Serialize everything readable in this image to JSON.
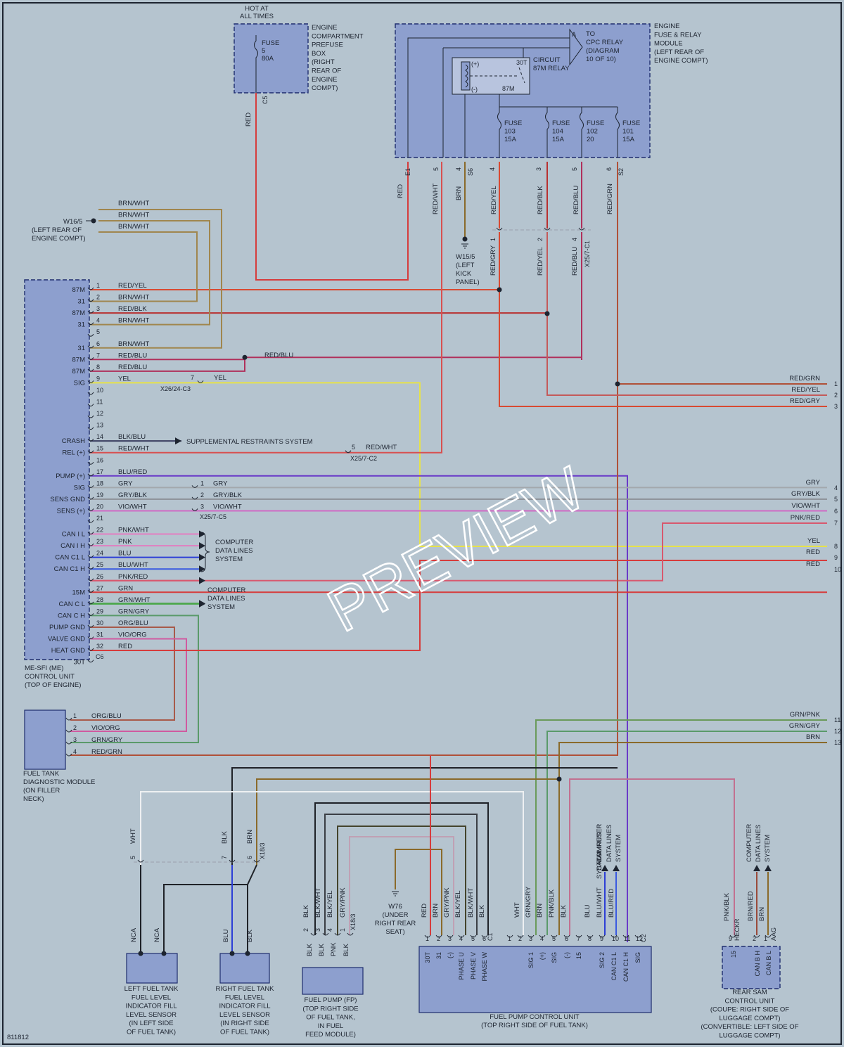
{
  "colors": {
    "RED": "#d63c3c",
    "BRN": "#8a6a2a",
    "YEL": "#e6e24a",
    "GRY": "#a3a8ad",
    "GRN": "#3c9a3c",
    "BLU": "#2c3ed6",
    "WHT": "#eef0f2",
    "BLK": "#1f2228",
    "VIO": "#c84ab8",
    "PNK": "#e27ec0",
    "ORG": "#e08a3a",
    "PUR": "#7240c8",
    "RED/YEL": "#d84a32",
    "RED/BLK": "#b83030",
    "RED/BLU": "#b0305c",
    "RED/GRN": "#b05038",
    "RED/GRY": "#c45a5a",
    "RED/WHT": "#d85050",
    "BRN/WHT": "#a0864e",
    "GRY/BLK": "#8c9096",
    "VIO/WHT": "#d06ac4",
    "PNK/RED": "#d8586e",
    "GRN/WHT": "#4aa84a",
    "GRN/GRY": "#5a9a6a",
    "GRN/PNK": "#6a9a5a",
    "ORG/BLU": "#a85a4a",
    "VIO/ORG": "#d05aa0",
    "BLU/WHT": "#3a5ae0",
    "BLU/RED": "#6a3ac8",
    "BLK/WHT": "#3a3e44",
    "BLK/YEL": "#44442c",
    "GRY/PNK": "#c0a0b4",
    "PNK/BLK": "#c27090",
    "BRN/RED": "#9a4a3a"
  },
  "figure_id": "811812",
  "watermark": "PREVIEW",
  "labels": {
    "hot": [
      "HOT AT",
      "ALL TIMES"
    ],
    "fuse5": [
      "FUSE",
      "5",
      "80A"
    ],
    "prefuse": [
      "ENGINE",
      "COMPARTMENT",
      "PREFUSE",
      "BOX",
      "(RIGHT",
      "REAR OF",
      "ENGINE",
      "COMPT)"
    ],
    "efrm": [
      "ENGINE",
      "FUSE & RELAY",
      "MODULE",
      "(LEFT REAR OF",
      "ENGINE COMPT)"
    ],
    "to_cpc": [
      "TO",
      "CPC RELAY",
      "(DIAGRAM",
      "10 OF 10)"
    ],
    "relay": [
      "CIRCUIT",
      "87M RELAY"
    ],
    "relay_pins": [
      "(+)",
      "(-)",
      "30T",
      "87M"
    ],
    "fuses": [
      [
        "FUSE",
        "103",
        "15A"
      ],
      [
        "FUSE",
        "104",
        "15A"
      ],
      [
        "FUSE",
        "102",
        "20"
      ],
      [
        "FUSE",
        "101",
        "15A"
      ]
    ],
    "w16": [
      "W16/5",
      "(LEFT REAR OF",
      "ENGINE COMPT)"
    ],
    "w15": [
      "W15/5",
      "(LEFT",
      "KICK",
      "PANEL)"
    ],
    "ecu": [
      "ME-SFI (ME)",
      "CONTROL UNIT",
      "(TOP OF ENGINE)"
    ],
    "ftdm": [
      "FUEL TANK",
      "DIAGNOSTIC MODULE",
      "(ON FILLER",
      "NECK)"
    ],
    "srs": "SUPPLEMENTAL RESTRAINTS SYSTEM",
    "cdl": [
      "COMPUTER",
      "DATA LINES",
      "SYSTEM"
    ],
    "w76": [
      "W76",
      "(UNDER",
      "RIGHT REAR",
      "SEAT)"
    ],
    "lfs": [
      "LEFT FUEL TANK",
      "FUEL LEVEL",
      "INDICATOR FILL",
      "LEVEL SENSOR",
      "(IN LEFT SIDE",
      "OF FUEL TANK)"
    ],
    "rfs": [
      "RIGHT FUEL TANK",
      "FUEL LEVEL",
      "INDICATOR FILL",
      "LEVEL SENSOR",
      "(IN RIGHT SIDE",
      "OF FUEL TANK)"
    ],
    "fp": [
      "FUEL PUMP (FP)",
      "(TOP RIGHT SIDE",
      "OF FUEL TANK,",
      "IN FUEL",
      "FEED MODULE)"
    ],
    "fpcu": [
      "FUEL PUMP CONTROL UNIT",
      "(TOP RIGHT SIDE OF FUEL TANK)"
    ],
    "sam": [
      "REAR SAM",
      "CONTROL UNIT",
      "(COUPE: RIGHT SIDE OF",
      "LUGGAGE COMPT)",
      "(CONVERTIBLE: LEFT SIDE OF",
      "LUGGAGE COMPT)"
    ]
  },
  "connectors": {
    "C5": "C5",
    "E1": "E1",
    "S6": "S6",
    "S2": "S2",
    "C6": "C6",
    "X26": "X26/24-C3",
    "X25_C1": "X25/7-C1",
    "X25_C2": "X25/7-C2",
    "X25_C5": "X25/7-C5",
    "X18": "X18/3",
    "C1": "C1",
    "C2": "C2",
    "HECKR": "HECKR",
    "AAG": "AAG"
  },
  "prefuse_wire": "RED",
  "efrm_wires": [
    {
      "pin": "5",
      "color": "RED/WHT"
    },
    {
      "pin": "4",
      "color": "BRN"
    },
    {
      "pin": "4",
      "color": "RED/YEL"
    },
    {
      "pin": "3",
      "color": "RED/BLK"
    },
    {
      "pin": "5",
      "color": "RED/BLU"
    },
    {
      "pin": "6",
      "color": "RED/GRN"
    },
    {
      "pin": "",
      "color": "RED"
    }
  ],
  "x25c1": [
    {
      "pin": "1",
      "color": "RED/GRY"
    },
    {
      "pin": "2",
      "color": "RED/YEL"
    },
    {
      "pin": "4",
      "color": "RED/BLU"
    }
  ],
  "w16_wires": [
    "BRN/WHT",
    "BRN/WHT",
    "BRN/WHT"
  ],
  "ecu_pins": [
    {
      "pin": "1",
      "name": "87M",
      "color": "RED/YEL"
    },
    {
      "pin": "2",
      "name": "31",
      "color": "BRN/WHT"
    },
    {
      "pin": "3",
      "name": "87M",
      "color": "RED/BLK"
    },
    {
      "pin": "4",
      "name": "31",
      "color": "BRN/WHT"
    },
    {
      "pin": "5",
      "name": "",
      "color": ""
    },
    {
      "pin": "6",
      "name": "31",
      "color": "BRN/WHT"
    },
    {
      "pin": "7",
      "name": "87M",
      "color": "RED/BLU"
    },
    {
      "pin": "8",
      "name": "87M",
      "color": "RED/BLU"
    },
    {
      "pin": "9",
      "name": "SIG",
      "color": "YEL"
    },
    {
      "pin": "10",
      "name": "",
      "color": ""
    },
    {
      "pin": "11",
      "name": "",
      "color": ""
    },
    {
      "pin": "12",
      "name": "",
      "color": ""
    },
    {
      "pin": "13",
      "name": "",
      "color": ""
    },
    {
      "pin": "14",
      "name": "CRASH",
      "color": "BLK/BLU"
    },
    {
      "pin": "15",
      "name": "REL (+)",
      "color": "RED/WHT"
    },
    {
      "pin": "16",
      "name": "",
      "color": ""
    },
    {
      "pin": "17",
      "name": "PUMP (+)",
      "color": "BLU/RED"
    },
    {
      "pin": "18",
      "name": "SIG",
      "color": "GRY"
    },
    {
      "pin": "19",
      "name": "SENS GND",
      "color": "GRY/BLK"
    },
    {
      "pin": "20",
      "name": "SENS (+)",
      "color": "VIO/WHT"
    },
    {
      "pin": "21",
      "name": "",
      "color": ""
    },
    {
      "pin": "22",
      "name": "CAN I L",
      "color": "PNK/WHT"
    },
    {
      "pin": "23",
      "name": "CAN I H",
      "color": "PNK"
    },
    {
      "pin": "24",
      "name": "CAN C1 L",
      "color": "BLU"
    },
    {
      "pin": "25",
      "name": "CAN C1 H",
      "color": "BLU/WHT"
    },
    {
      "pin": "26",
      "name": "",
      "color": "PNK/RED"
    },
    {
      "pin": "27",
      "name": "15M",
      "color": "GRN"
    },
    {
      "pin": "28",
      "name": "CAN C L",
      "color": "GRN/WHT"
    },
    {
      "pin": "29",
      "name": "CAN C H",
      "color": "GRN/GRY"
    },
    {
      "pin": "30",
      "name": "PUMP GND",
      "color": "ORG/BLU"
    },
    {
      "pin": "31",
      "name": "VALVE GND",
      "color": "VIO/ORG"
    },
    {
      "pin": "32",
      "name": "HEAT GND",
      "color": "RED"
    },
    {
      "pin": "",
      "name": "30T",
      "color": ""
    }
  ],
  "x26_pin": {
    "pin": "7",
    "color": "YEL"
  },
  "x25c2_pin": {
    "pin": "5",
    "color": "RED/WHT"
  },
  "x25c5_pins": [
    {
      "pin": "1",
      "color": "GRY"
    },
    {
      "pin": "2",
      "color": "GRY/BLK"
    },
    {
      "pin": "3",
      "color": "VIO/WHT"
    }
  ],
  "junction_red_blu": "RED/BLU",
  "right_outputs": [
    {
      "ref": "1",
      "color": "RED/GRN"
    },
    {
      "ref": "2",
      "color": "RED/YEL"
    },
    {
      "ref": "3",
      "color": "RED/GRY"
    },
    {
      "ref": "4",
      "color": "GRY"
    },
    {
      "ref": "5",
      "color": "GRY/BLK"
    },
    {
      "ref": "6",
      "color": "VIO/WHT"
    },
    {
      "ref": "7",
      "color": "PNK/RED"
    },
    {
      "ref": "8",
      "color": "YEL"
    },
    {
      "ref": "9",
      "color": "RED"
    },
    {
      "ref": "10",
      "color": "RED"
    },
    {
      "ref": "11",
      "color": "GRN/PNK"
    },
    {
      "ref": "12",
      "color": "GRN/GRY"
    },
    {
      "ref": "13",
      "color": "BRN"
    }
  ],
  "ftdm_pins": [
    {
      "pin": "1",
      "color": "ORG/BLU"
    },
    {
      "pin": "2",
      "color": "VIO/ORG"
    },
    {
      "pin": "3",
      "color": "GRN/GRY"
    },
    {
      "pin": "4",
      "color": "RED/GRN"
    }
  ],
  "x18_pins": [
    {
      "pin": "5",
      "color": "WHT"
    },
    {
      "pin": "7",
      "color": "BLK"
    },
    {
      "pin": "6",
      "color": "BRN"
    }
  ],
  "lfs_pins": [
    "NCA",
    "NCA"
  ],
  "rfs_pins": [
    "BLU",
    "BLK"
  ],
  "fp_top": [
    {
      "pin": "2",
      "color": "BLK"
    },
    {
      "pin": "3",
      "color": "BLK/WHT"
    },
    {
      "pin": "4",
      "color": "BLK/YEL"
    },
    {
      "pin": "1",
      "color": "GRY/PNK"
    }
  ],
  "fp_bottom": [
    "BLK",
    "BLK",
    "PNK",
    "BLK"
  ],
  "fpcu_wires": [
    "RED",
    "BRN",
    "GRY/PNK",
    "BLK/YEL",
    "BLK/WHT",
    "BLK",
    "WHT",
    "GRN/GRY",
    "BRN",
    "PNK/BLK",
    "BLK",
    "BLU",
    "BLU/WHT",
    "BLU/RED"
  ],
  "fpcu_pins": [
    {
      "pin": "1",
      "name": "30T"
    },
    {
      "pin": "2",
      "name": "31"
    },
    {
      "pin": "3",
      "name": "(-)"
    },
    {
      "pin": "4",
      "name": "PHASE U"
    },
    {
      "pin": "5",
      "name": "PHASE V"
    },
    {
      "pin": "6",
      "name": "PHASE W"
    },
    {
      "pin": "1",
      "name": ""
    },
    {
      "pin": "2",
      "name": ""
    },
    {
      "pin": "3",
      "name": "SIG 1"
    },
    {
      "pin": "4",
      "name": "(+)"
    },
    {
      "pin": "5",
      "name": "SIG"
    },
    {
      "pin": "6",
      "name": "(-)"
    },
    {
      "pin": "7",
      "name": "15"
    },
    {
      "pin": "8",
      "name": ""
    },
    {
      "pin": "9",
      "name": "SIG 2"
    },
    {
      "pin": "10",
      "name": "CAN C1 L"
    },
    {
      "pin": "11",
      "name": "CAN C1 H"
    },
    {
      "pin": "12",
      "name": "SIG"
    }
  ],
  "sam_wires": [
    "PNK/BLK",
    "BRN/RED",
    "BRN"
  ],
  "sam_pins": [
    {
      "pin": "9",
      "name": "15"
    },
    {
      "pin": "2",
      "name": "CAN B H"
    },
    {
      "pin": "1",
      "name": "CAN B L"
    }
  ]
}
